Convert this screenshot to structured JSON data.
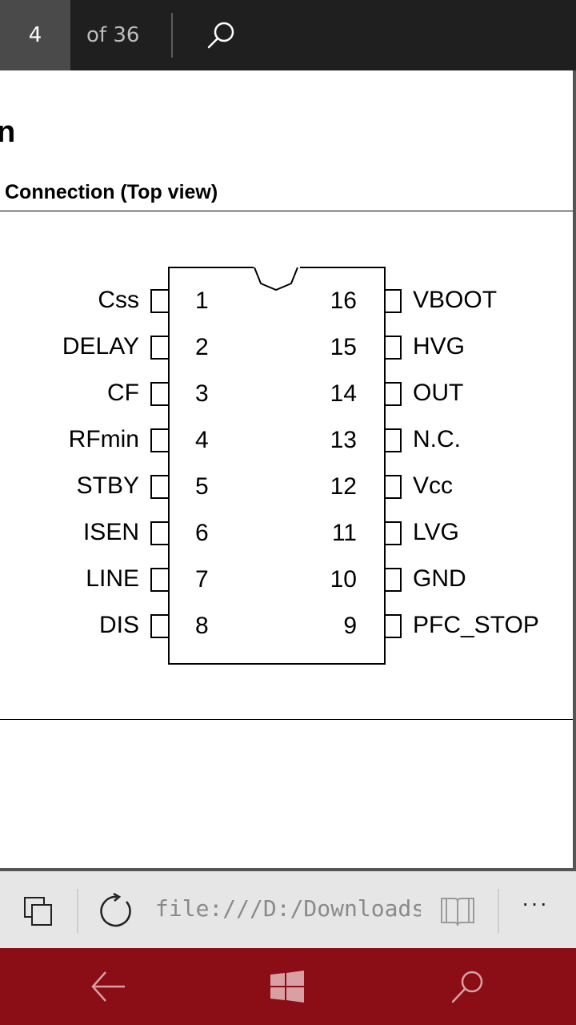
{
  "toolbar": {
    "page_current": "4",
    "page_total": "of 36"
  },
  "document": {
    "heading": "n",
    "subheading": "Connection (Top view)",
    "pins_left": [
      {
        "name": "Css",
        "num": "1"
      },
      {
        "name": "DELAY",
        "num": "2"
      },
      {
        "name": "CF",
        "num": "3"
      },
      {
        "name": "RFmin",
        "num": "4"
      },
      {
        "name": "STBY",
        "num": "5"
      },
      {
        "name": "ISEN",
        "num": "6"
      },
      {
        "name": "LINE",
        "num": "7"
      },
      {
        "name": "DIS",
        "num": "8"
      }
    ],
    "pins_right": [
      {
        "name": "VBOOT",
        "num": "16"
      },
      {
        "name": "HVG",
        "num": "15"
      },
      {
        "name": "OUT",
        "num": "14"
      },
      {
        "name": "N.C.",
        "num": "13"
      },
      {
        "name": "Vcc",
        "num": "12"
      },
      {
        "name": "LVG",
        "num": "11"
      },
      {
        "name": "GND",
        "num": "10"
      },
      {
        "name": "PFC_STOP",
        "num": "9"
      }
    ]
  },
  "browser": {
    "url": "file:///D:/Downloads/doc"
  },
  "colors": {
    "taskbar": "#8b0e16",
    "topbar": "#1f1f1f",
    "page_box": "#4a4a4a"
  }
}
